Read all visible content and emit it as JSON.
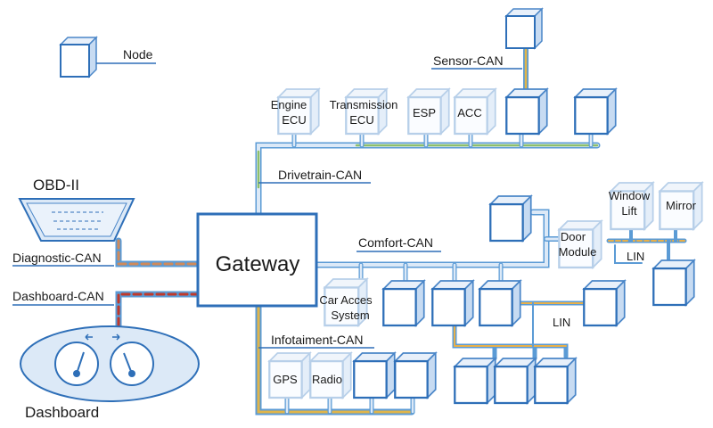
{
  "legend": {
    "node_label": "Node"
  },
  "gateway": {
    "label": "Gateway"
  },
  "obd": {
    "label": "OBD-II"
  },
  "dashboard": {
    "label": "Dashboard"
  },
  "buses": {
    "sensor": "Sensor-CAN",
    "drivetrain": "Drivetrain-CAN",
    "comfort": "Comfort-CAN",
    "diagnostic": "Diagnostic-CAN",
    "dashboard": "Dashboard-CAN",
    "infotainment": "Infotaiment-CAN",
    "lin_door": "LIN",
    "lin_comfort": "LIN"
  },
  "nodes": {
    "engine_ecu": [
      "Engine",
      "ECU"
    ],
    "transmission_ecu": [
      "Transmission",
      "ECU"
    ],
    "esp": "ESP",
    "acc": "ACC",
    "door_module": [
      "Door",
      "Module"
    ],
    "window_lift": [
      "Window",
      "Lift"
    ],
    "mirror": "Mirror",
    "car_access": [
      "Car Acces",
      "System"
    ],
    "gps": "GPS",
    "radio": "Radio"
  },
  "colors": {
    "bus_outer": "#5b9bd5",
    "bus_inner": "#dce9f7",
    "node_front": "#ffffff",
    "node_side": "#dbe8f7",
    "node_stroke": "#4a86c8",
    "drivetrain_core": "#8dc06a",
    "infotainment_core": "#e0b54a",
    "diagnostic_core": "#d08a5a",
    "dashboard_core": "#c0392b",
    "lin_core": "#e8b04a"
  }
}
